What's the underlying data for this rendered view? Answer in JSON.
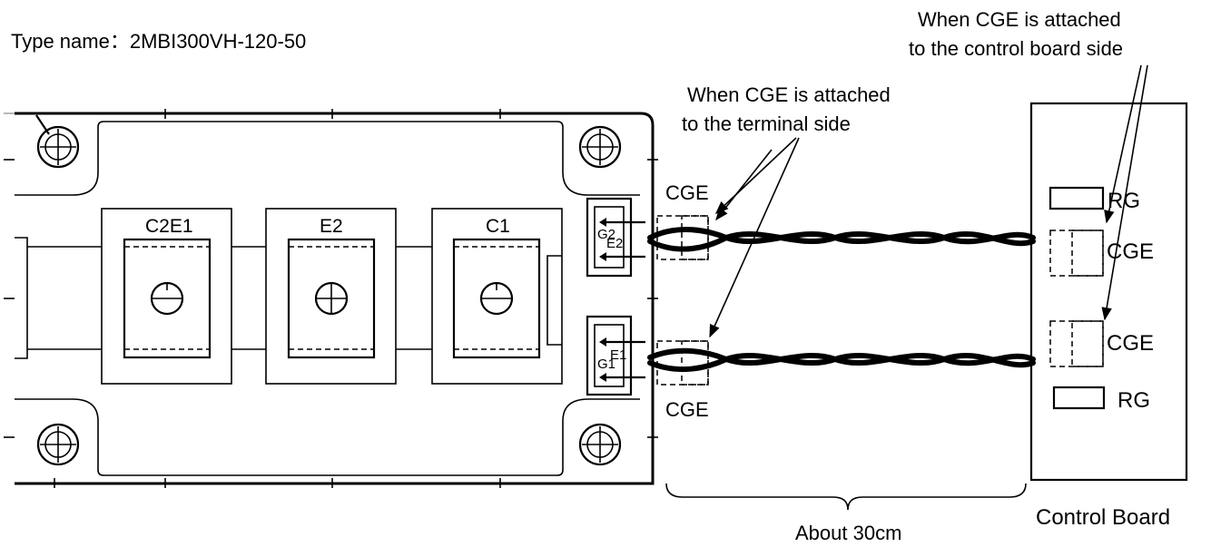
{
  "type_name": "Type name：2MBI300VH-120-50",
  "notes": {
    "control_side": [
      "When  CGE  is  attached",
      "to the control board side"
    ],
    "terminal_side": [
      "When  CGE  is  attached",
      "to the terminal side"
    ]
  },
  "module": {
    "terminals": [
      "C2E1",
      "E2",
      "C1"
    ],
    "gate_top": [
      "G2",
      "E2"
    ],
    "gate_bottom": [
      "E1",
      "G1"
    ]
  },
  "labels": {
    "cge_top": "CGE",
    "cge_bottom": "CGE",
    "board_rg_top": "RG",
    "board_cge_top": "CGE",
    "board_cge_bottom": "CGE",
    "board_rg_bottom": "RG",
    "control_board": "Control Board",
    "distance": "About 30cm"
  }
}
